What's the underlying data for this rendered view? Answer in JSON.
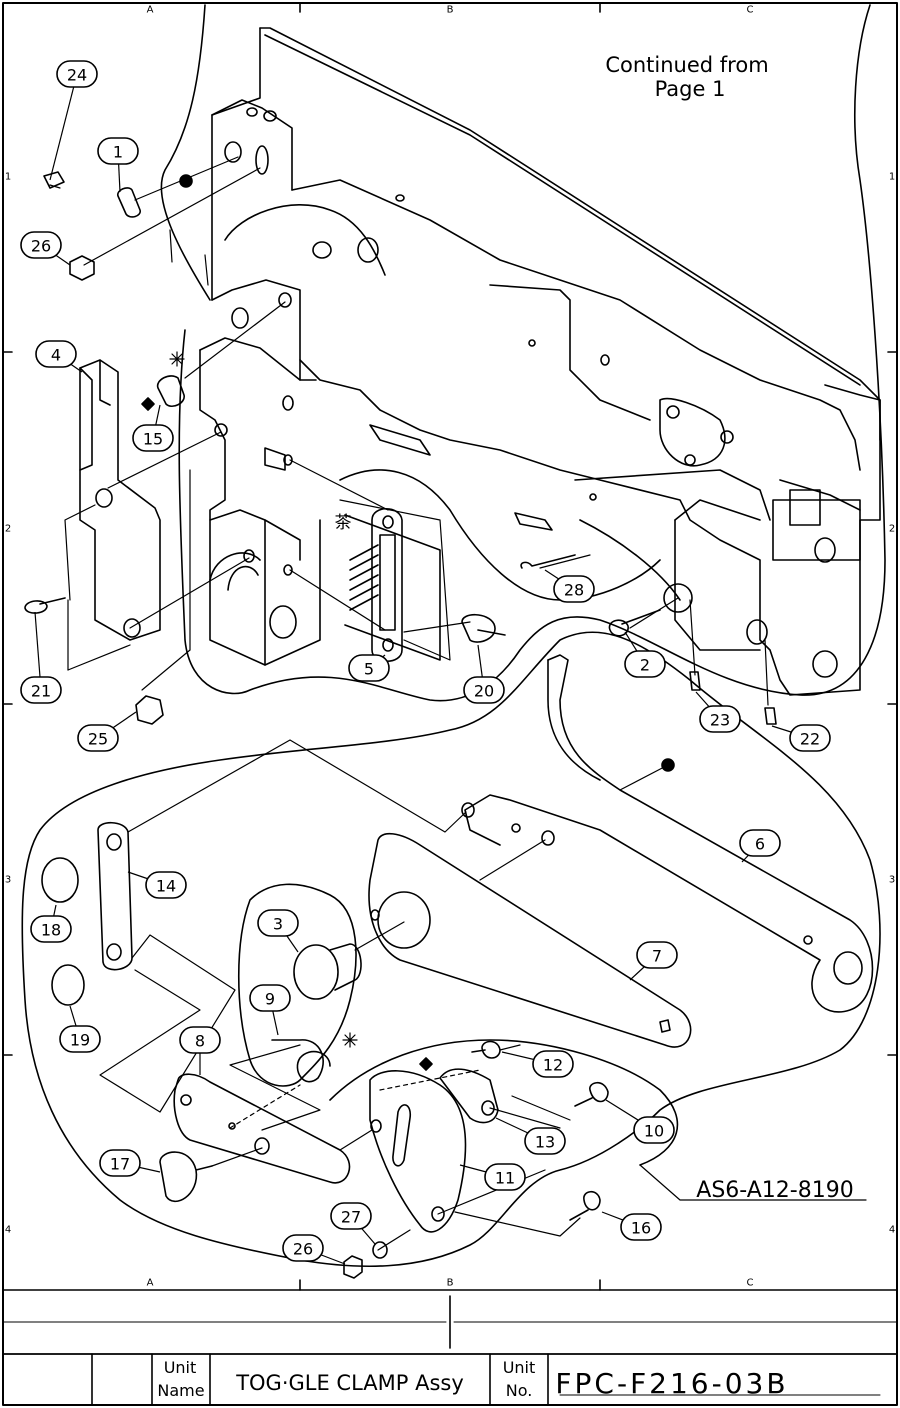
{
  "note": {
    "line1": "Continued from",
    "line2": "Page 1"
  },
  "assembly_ref": "AS6-A12-8190",
  "chinese_mark": "茶",
  "grid": {
    "columns": [
      "A",
      "B",
      "C"
    ],
    "rows": [
      "1",
      "2",
      "3",
      "4"
    ]
  },
  "title_block": {
    "unit_name_label_1": "Unit",
    "unit_name_label_2": "Name",
    "unit_name": "TOG·GLE CLAMP Assy",
    "unit_no_label_1": "Unit",
    "unit_no_label_2": "No.",
    "unit_no": "FPC-F216-03B"
  },
  "callouts": {
    "c1": "1",
    "c2": "2",
    "c3": "3",
    "c4": "4",
    "c5": "5",
    "c6": "6",
    "c7": "7",
    "c8": "8",
    "c9": "9",
    "c10": "10",
    "c11": "11",
    "c12": "12",
    "c13": "13",
    "c14": "14",
    "c15": "15",
    "c16": "16",
    "c17": "17",
    "c18": "18",
    "c19": "19",
    "c20": "20",
    "c21": "21",
    "c22": "22",
    "c23": "23",
    "c24": "24",
    "c25": "25",
    "c26a": "26",
    "c26b": "26",
    "c27": "27",
    "c28": "28"
  }
}
